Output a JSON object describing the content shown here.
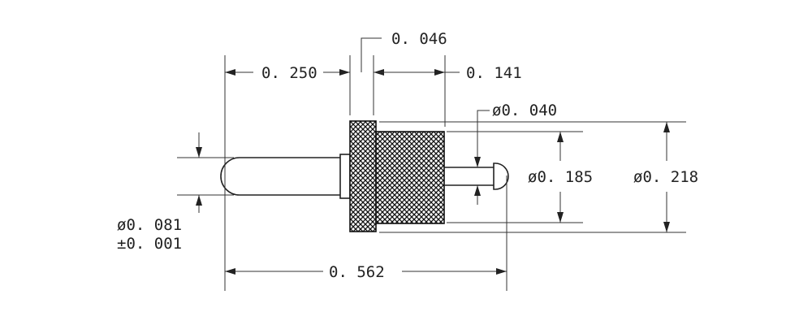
{
  "dimensions": {
    "collar_width": "0. 046",
    "plunger_length": "0. 250",
    "body_length": "0. 141",
    "tip_diameter": "ø0. 040",
    "body_diameter": "ø0. 185",
    "collar_diameter": "ø0. 218",
    "plunger_diameter": "ø0. 081",
    "plunger_tolerance": "±0. 001",
    "overall_length": "0. 562"
  }
}
